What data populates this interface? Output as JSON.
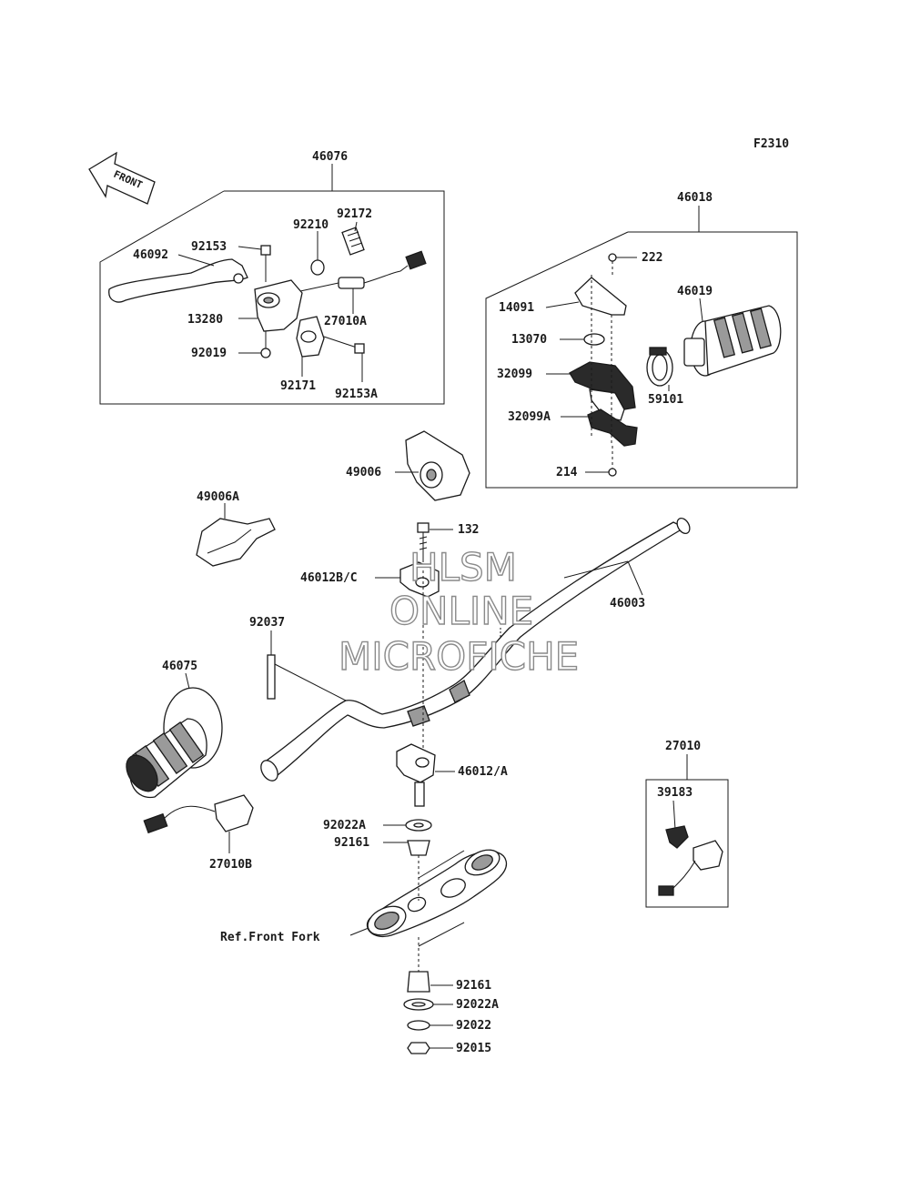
{
  "figure_code": "F2310",
  "direction_label": "FRONT",
  "watermark": {
    "line1": "HLSM",
    "line2": "ONLINE",
    "line3": "MICROFICHE"
  },
  "callouts": [
    {
      "id": "46076"
    },
    {
      "id": "46092"
    },
    {
      "id": "92153"
    },
    {
      "id": "92210"
    },
    {
      "id": "92172"
    },
    {
      "id": "13280"
    },
    {
      "id": "27010A"
    },
    {
      "id": "92019"
    },
    {
      "id": "92171"
    },
    {
      "id": "92153A"
    },
    {
      "id": "46018"
    },
    {
      "id": "222"
    },
    {
      "id": "14091"
    },
    {
      "id": "46019"
    },
    {
      "id": "13070"
    },
    {
      "id": "32099"
    },
    {
      "id": "59101"
    },
    {
      "id": "32099A"
    },
    {
      "id": "214"
    },
    {
      "id": "49006"
    },
    {
      "id": "49006A"
    },
    {
      "id": "132"
    },
    {
      "id": "46012B/C"
    },
    {
      "id": "46003"
    },
    {
      "id": "92037"
    },
    {
      "id": "46075"
    },
    {
      "id": "46012/A"
    },
    {
      "id": "27010"
    },
    {
      "id": "39183"
    },
    {
      "id": "27010B"
    },
    {
      "id": "92022A"
    },
    {
      "id": "92161"
    },
    {
      "id": "Ref.Front Fork"
    },
    {
      "id": "92161"
    },
    {
      "id": "92022A"
    },
    {
      "id": "92022"
    },
    {
      "id": "92015"
    }
  ],
  "colors": {
    "line": "#1a1a1a",
    "background": "#ffffff",
    "watermark": "#8a8a8a"
  }
}
